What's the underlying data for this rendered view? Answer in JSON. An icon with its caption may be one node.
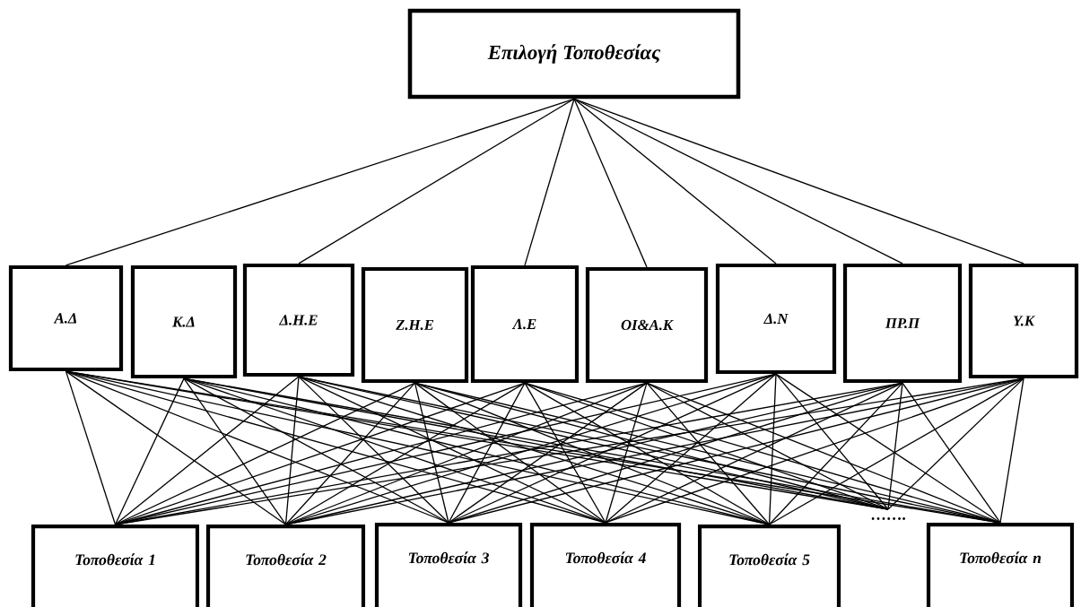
{
  "diagram": {
    "nodes": [
      {
        "text": [
          "Επιλογή Τοποθεσίας"
        ]
      },
      {
        "text": [
          "Α.Δ"
        ]
      },
      {
        "text": [
          "Κ.Δ"
        ]
      },
      {
        "text": [
          "Δ.Η.Ε"
        ]
      },
      {
        "text": [
          "Ζ.Η.Ε"
        ]
      },
      {
        "text": [
          "Λ.Ε"
        ]
      },
      {
        "text": [
          "ΟΙ&Α.Κ"
        ]
      },
      {
        "text": [
          "Δ.Ν"
        ]
      },
      {
        "text": [
          "ΠΡ.Π"
        ]
      },
      {
        "text": [
          "Υ.Κ"
        ]
      },
      {
        "text": [
          "Τοποθεσία 1"
        ]
      },
      {
        "text": [
          "Τοποθεσία 2"
        ]
      },
      {
        "text": [
          "Τοποθεσία 3"
        ]
      },
      {
        "text": [
          "Τοποθεσία 4"
        ]
      },
      {
        "text": [
          "Τοποθεσία 5"
        ]
      },
      {
        "text": [
          "……."
        ]
      },
      {
        "text": [
          "Τοποθεσία n"
        ]
      }
    ],
    "edges": [
      {
        "from": 0,
        "to": 1,
        "arrow": "none"
      },
      {
        "from": 0,
        "to": 3,
        "arrow": "none"
      },
      {
        "from": 0,
        "to": 5,
        "arrow": "none"
      },
      {
        "from": 0,
        "to": 6,
        "arrow": "none"
      },
      {
        "from": 0,
        "to": 7,
        "arrow": "none"
      },
      {
        "from": 0,
        "to": 8,
        "arrow": "none"
      },
      {
        "from": 0,
        "to": 9,
        "arrow": "none"
      },
      {
        "from": 1,
        "to": 10,
        "arrow": "none"
      },
      {
        "from": 1,
        "to": 11,
        "arrow": "none"
      },
      {
        "from": 1,
        "to": 12,
        "arrow": "none"
      },
      {
        "from": 1,
        "to": 13,
        "arrow": "none"
      },
      {
        "from": 1,
        "to": 14,
        "arrow": "none"
      },
      {
        "from": 1,
        "to": 15,
        "arrow": "none"
      },
      {
        "from": 1,
        "to": 16,
        "arrow": "none"
      },
      {
        "from": 2,
        "to": 10,
        "arrow": "none"
      },
      {
        "from": 2,
        "to": 11,
        "arrow": "none"
      },
      {
        "from": 2,
        "to": 12,
        "arrow": "none"
      },
      {
        "from": 2,
        "to": 13,
        "arrow": "none"
      },
      {
        "from": 2,
        "to": 14,
        "arrow": "none"
      },
      {
        "from": 2,
        "to": 15,
        "arrow": "none"
      },
      {
        "from": 2,
        "to": 16,
        "arrow": "none"
      },
      {
        "from": 3,
        "to": 10,
        "arrow": "none"
      },
      {
        "from": 3,
        "to": 11,
        "arrow": "none"
      },
      {
        "from": 3,
        "to": 12,
        "arrow": "none"
      },
      {
        "from": 3,
        "to": 13,
        "arrow": "none"
      },
      {
        "from": 3,
        "to": 14,
        "arrow": "none"
      },
      {
        "from": 3,
        "to": 15,
        "arrow": "none"
      },
      {
        "from": 3,
        "to": 16,
        "arrow": "none"
      },
      {
        "from": 4,
        "to": 10,
        "arrow": "none"
      },
      {
        "from": 4,
        "to": 11,
        "arrow": "none"
      },
      {
        "from": 4,
        "to": 12,
        "arrow": "none"
      },
      {
        "from": 4,
        "to": 13,
        "arrow": "none"
      },
      {
        "from": 4,
        "to": 14,
        "arrow": "none"
      },
      {
        "from": 4,
        "to": 15,
        "arrow": "none"
      },
      {
        "from": 4,
        "to": 16,
        "arrow": "none"
      },
      {
        "from": 5,
        "to": 10,
        "arrow": "none"
      },
      {
        "from": 5,
        "to": 11,
        "arrow": "none"
      },
      {
        "from": 5,
        "to": 12,
        "arrow": "none"
      },
      {
        "from": 5,
        "to": 13,
        "arrow": "none"
      },
      {
        "from": 5,
        "to": 14,
        "arrow": "none"
      },
      {
        "from": 5,
        "to": 15,
        "arrow": "none"
      },
      {
        "from": 5,
        "to": 16,
        "arrow": "none"
      },
      {
        "from": 6,
        "to": 10,
        "arrow": "none"
      },
      {
        "from": 6,
        "to": 11,
        "arrow": "none"
      },
      {
        "from": 6,
        "to": 12,
        "arrow": "none"
      },
      {
        "from": 6,
        "to": 13,
        "arrow": "none"
      },
      {
        "from": 6,
        "to": 14,
        "arrow": "none"
      },
      {
        "from": 6,
        "to": 15,
        "arrow": "none"
      },
      {
        "from": 6,
        "to": 16,
        "arrow": "none"
      },
      {
        "from": 7,
        "to": 10,
        "arrow": "none"
      },
      {
        "from": 7,
        "to": 11,
        "arrow": "none"
      },
      {
        "from": 7,
        "to": 12,
        "arrow": "none"
      },
      {
        "from": 7,
        "to": 13,
        "arrow": "none"
      },
      {
        "from": 7,
        "to": 14,
        "arrow": "none"
      },
      {
        "from": 7,
        "to": 15,
        "arrow": "none"
      },
      {
        "from": 7,
        "to": 16,
        "arrow": "none"
      },
      {
        "from": 8,
        "to": 10,
        "arrow": "none"
      },
      {
        "from": 8,
        "to": 11,
        "arrow": "none"
      },
      {
        "from": 8,
        "to": 12,
        "arrow": "none"
      },
      {
        "from": 8,
        "to": 13,
        "arrow": "none"
      },
      {
        "from": 8,
        "to": 14,
        "arrow": "none"
      },
      {
        "from": 8,
        "to": 15,
        "arrow": "none"
      },
      {
        "from": 8,
        "to": 16,
        "arrow": "none"
      },
      {
        "from": 9,
        "to": 10,
        "arrow": "none"
      },
      {
        "from": 9,
        "to": 11,
        "arrow": "none"
      },
      {
        "from": 9,
        "to": 12,
        "arrow": "none"
      },
      {
        "from": 9,
        "to": 13,
        "arrow": "none"
      },
      {
        "from": 9,
        "to": 14,
        "arrow": "none"
      },
      {
        "from": 9,
        "to": 15,
        "arrow": "none"
      },
      {
        "from": 9,
        "to": 16,
        "arrow": "none"
      }
    ]
  }
}
